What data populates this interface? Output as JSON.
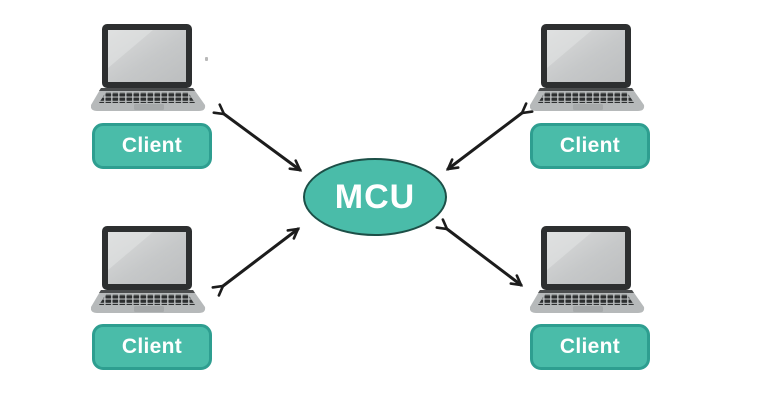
{
  "diagram": {
    "kind": "mcu-star-topology",
    "center": {
      "label": "MCU"
    },
    "clients": [
      {
        "position": "top-left",
        "label": "Client"
      },
      {
        "position": "top-right",
        "label": "Client"
      },
      {
        "position": "bottom-left",
        "label": "Client"
      },
      {
        "position": "bottom-right",
        "label": "Client"
      }
    ],
    "connections": [
      {
        "from": "top-left",
        "to": "MCU",
        "bidirectional": true
      },
      {
        "from": "top-right",
        "to": "MCU",
        "bidirectional": true
      },
      {
        "from": "bottom-left",
        "to": "MCU",
        "bidirectional": true
      },
      {
        "from": "bottom-right",
        "to": "MCU",
        "bidirectional": true
      }
    ],
    "colors": {
      "teal_fill": "#4ABCA9",
      "teal_border": "#2E9E90",
      "ellipse_border": "#1C4F47",
      "arrow": "#1C1C1C",
      "label_text": "#FFFFFF",
      "background": "#FFFFFF"
    }
  }
}
